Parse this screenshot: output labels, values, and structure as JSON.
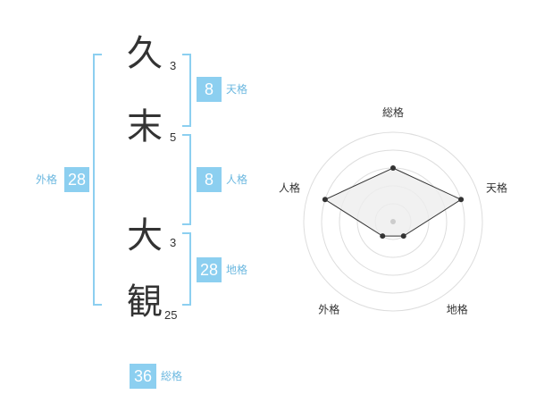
{
  "name": {
    "chars": [
      {
        "char": "久",
        "strokes": "3"
      },
      {
        "char": "末",
        "strokes": "5"
      },
      {
        "char": "大",
        "strokes": "3"
      },
      {
        "char": "観",
        "strokes": "25"
      }
    ]
  },
  "fortunes": {
    "tenkaku": {
      "value": "8",
      "label": "天格"
    },
    "jinkaku": {
      "value": "8",
      "label": "人格"
    },
    "chikaku": {
      "value": "28",
      "label": "地格"
    },
    "gaikaku": {
      "value": "28",
      "label": "外格"
    },
    "soukaku": {
      "value": "36",
      "label": "総格"
    }
  },
  "chart_data": {
    "type": "radar",
    "axes": [
      "総格",
      "天格",
      "地格",
      "外格",
      "人格"
    ],
    "values": [
      3,
      4,
      1,
      1,
      4
    ],
    "range": [
      0,
      5
    ],
    "rings": 5
  },
  "colors": {
    "accent": "#8ccff0",
    "accent_text": "#6cb8e0",
    "radar_fill": "#eeeeee",
    "radar_stroke": "#333333",
    "ring": "#dddddd"
  }
}
